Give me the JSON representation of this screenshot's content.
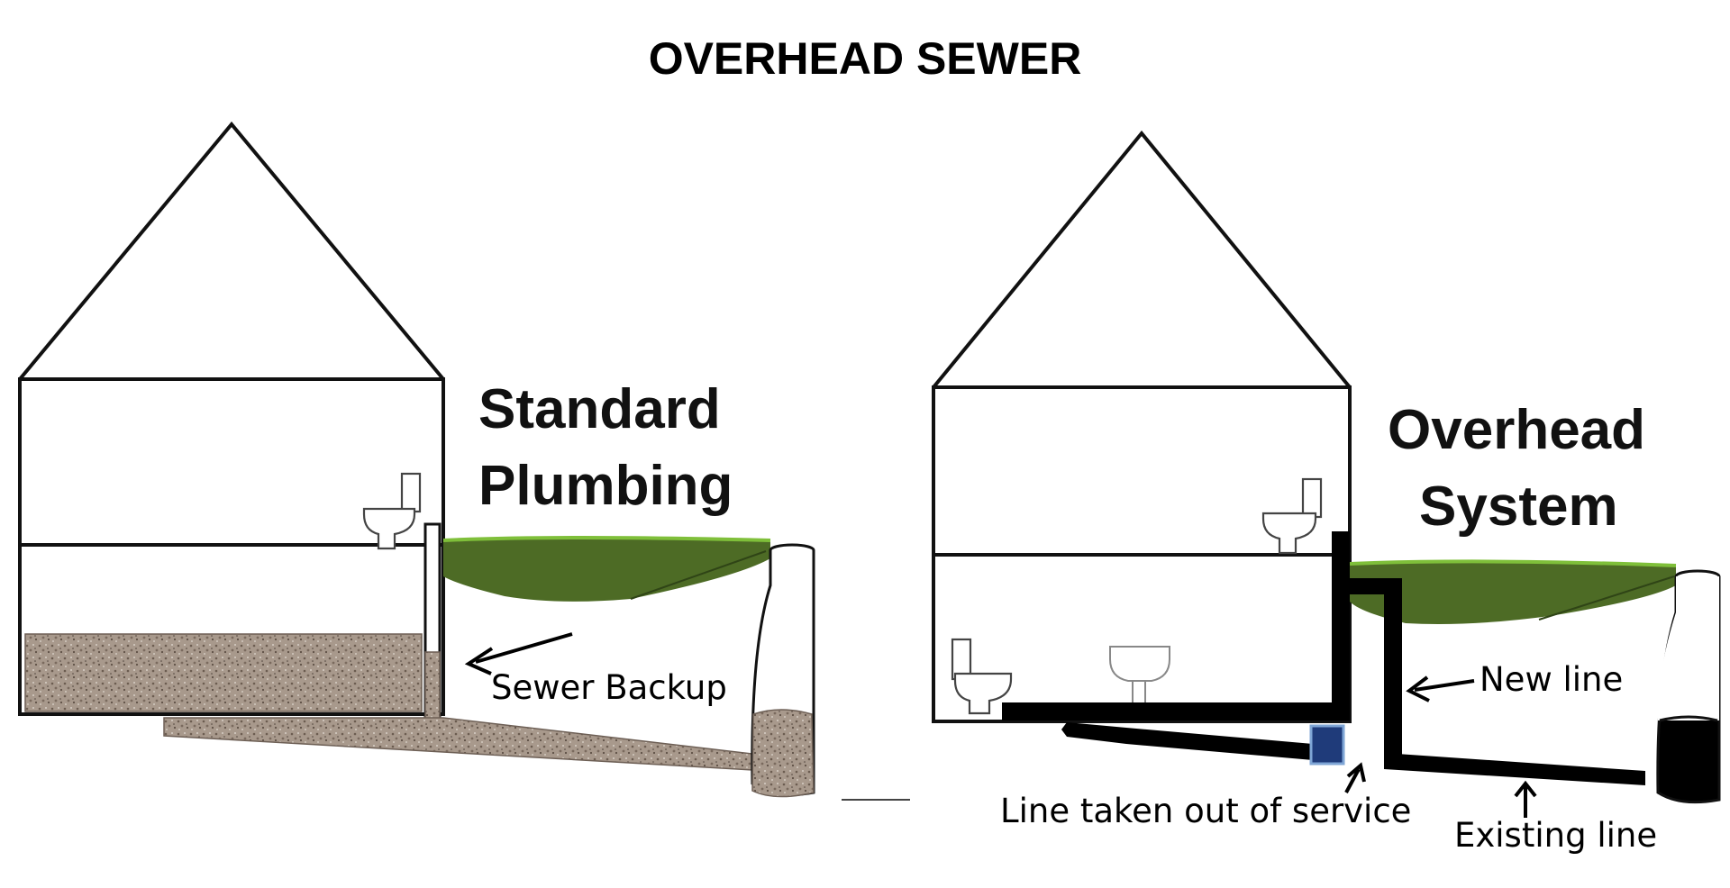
{
  "title": "OVERHEAD SEWER",
  "left_panel": {
    "heading_line1": "Standard",
    "heading_line2": "Plumbing",
    "annotation": "Sewer Backup"
  },
  "right_panel": {
    "heading_line1": "Overhead",
    "heading_line2": "System",
    "annotation_new_line": "New line",
    "annotation_taken_out": "Line taken out of service",
    "annotation_existing": "Existing line"
  },
  "colors": {
    "ground": "#4d6b25",
    "ground_edge": "#7fbf3a",
    "sewage": "#a8998c",
    "pipe": "#000000",
    "backwater_valve": "#1f3b7a"
  }
}
